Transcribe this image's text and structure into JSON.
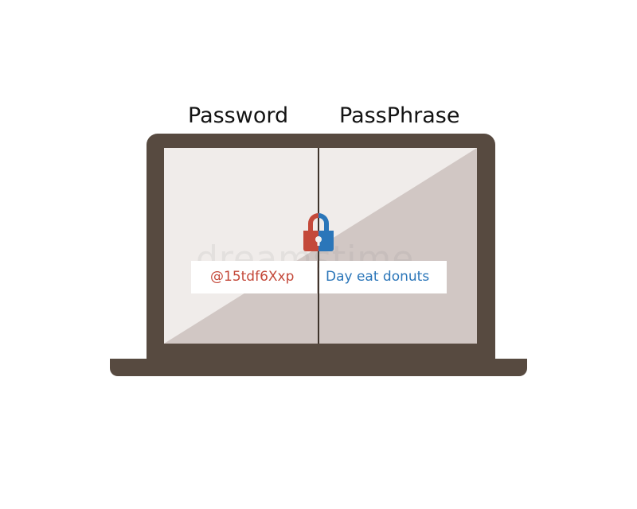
{
  "headings": {
    "password": "Password",
    "passphrase": "PassPhrase"
  },
  "fields": {
    "password_value": "@15tdf6Xxp",
    "passphrase_value": "Day eat  donuts"
  },
  "watermark": "dreamstime",
  "icons": {
    "lock": "padlock-icon"
  },
  "colors": {
    "laptop_frame": "#574a40",
    "screen_light": "#f0ecea",
    "screen_dark": "#d1c7c4",
    "password_red": "#c4493a",
    "passphrase_blue": "#2b76b9"
  }
}
